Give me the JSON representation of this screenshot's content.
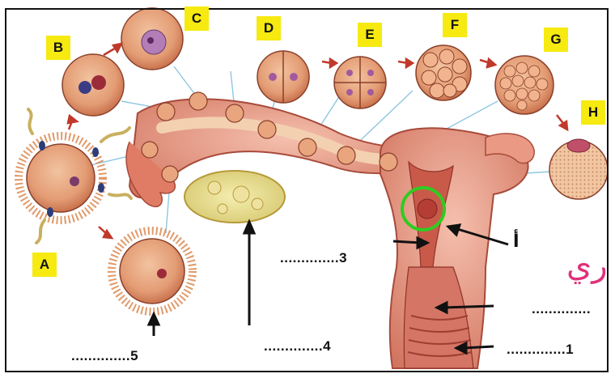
{
  "stage_labels": {
    "A": "A",
    "B": "B",
    "C": "C",
    "D": "D",
    "E": "E",
    "F": "F",
    "G": "G",
    "H": "H"
  },
  "blanks": {
    "blank_1": "..............1",
    "blank_3": "..............3",
    "blank_4": "..............4",
    "blank_5": "..............5",
    "blank_right": ".............."
  },
  "arabic_label": "أ",
  "arabic_watermark": "ري",
  "colors": {
    "label_bg": "#f6ea10",
    "cell_fill": "#e6a27a",
    "cell_edge": "#a8553a",
    "tissue_pink": "#e79a88",
    "tissue_dark": "#b8443c",
    "highlight_ring": "#2ecc1f",
    "pointer": "#111111",
    "spike_red": "#c0392b"
  }
}
